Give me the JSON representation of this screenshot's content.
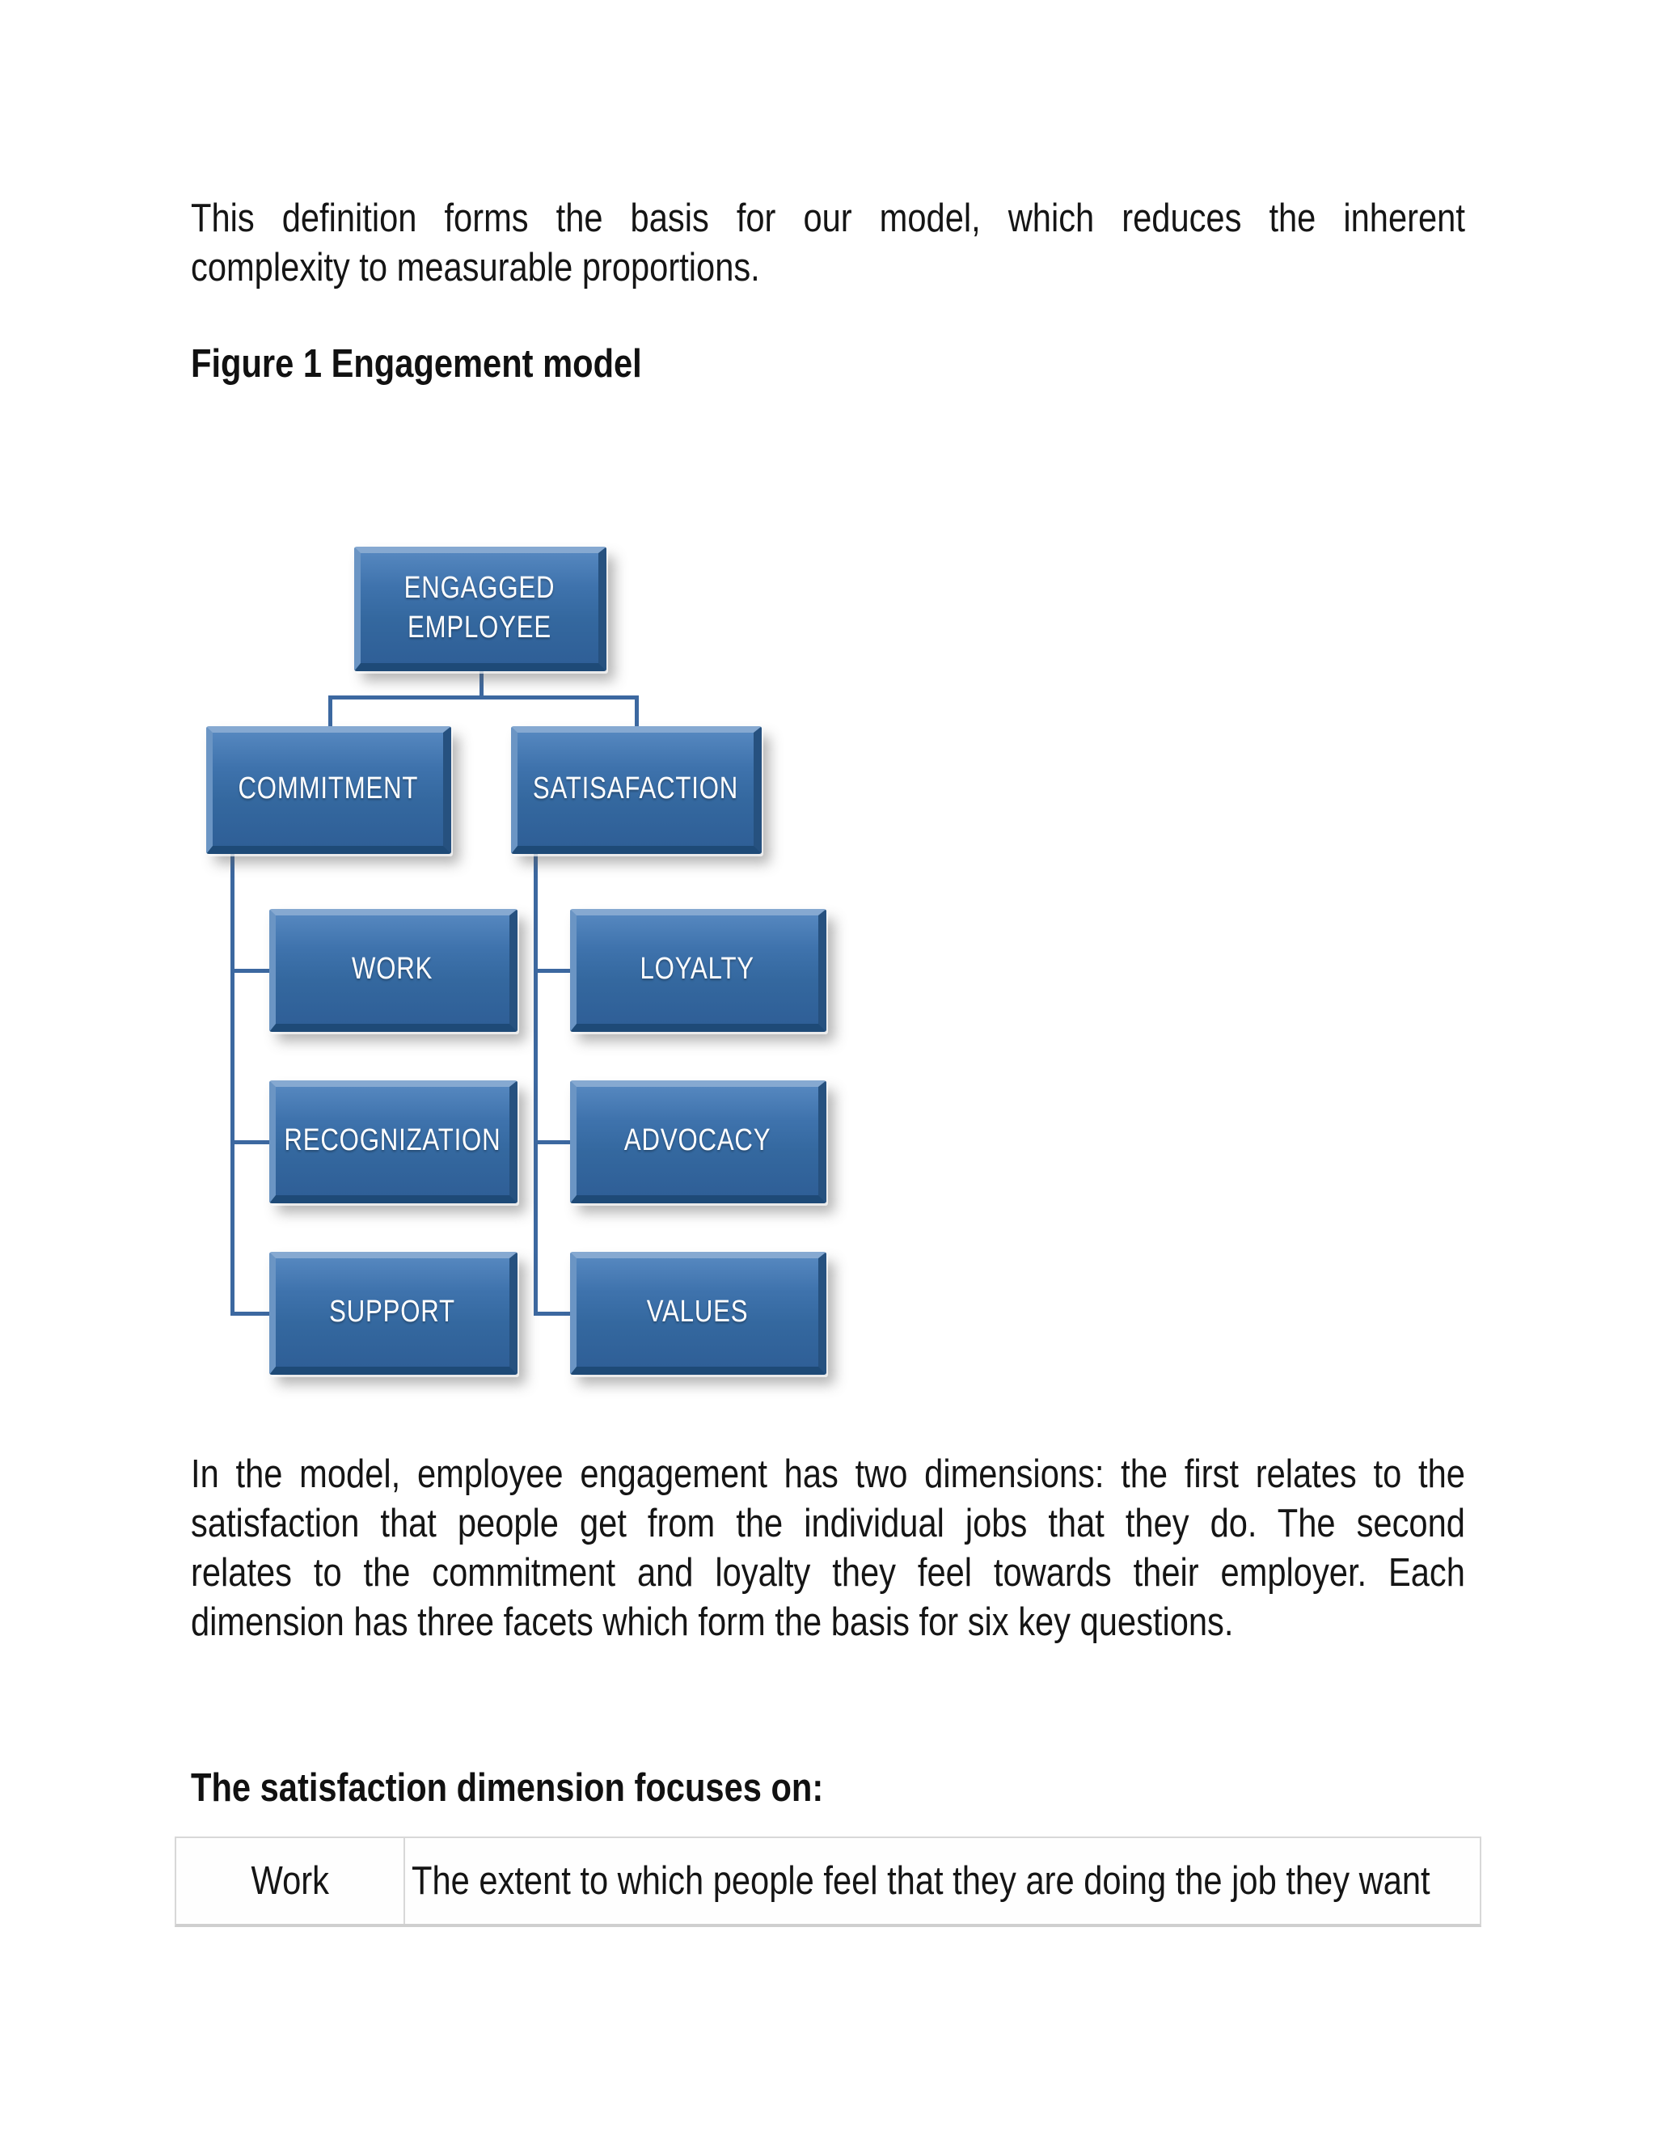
{
  "document": {
    "paragraph1": {
      "lines": [
        "This definition forms the basis for our model, which reduces the inherent",
        "complexity to measurable proportions."
      ]
    },
    "figure_caption": "Figure 1 Engagement model",
    "paragraph2": {
      "lines": [
        "In the model, employee engagement has two dimensions: the first relates to the",
        "satisfaction that people get from the individual jobs that they do. The second",
        "relates to the commitment and loyalty they feel towards their employer. Each",
        "dimension has three facets which form the basis for six key questions."
      ]
    },
    "section_heading": "The satisfaction dimension focuses on:"
  },
  "diagram": {
    "title": "Engagement model",
    "root": {
      "label": "ENGAGGED EMPLOYEE"
    },
    "branches": [
      {
        "label": "COMMITMENT",
        "children": [
          "WORK",
          "RECOGNIZATION",
          "SUPPORT"
        ]
      },
      {
        "label": "SATISAFACTION",
        "children": [
          "LOYALTY",
          "ADVOCACY",
          "VALUES"
        ]
      }
    ],
    "colors": {
      "box_fill_top": "#5587bf",
      "box_fill_bottom": "#2f5f97",
      "connector": "#3c68a0",
      "label_text": "#ffffff"
    }
  },
  "table": {
    "rows": [
      {
        "term": "Work",
        "definition": "The extent to which people feel that they are doing the job they want"
      }
    ]
  }
}
